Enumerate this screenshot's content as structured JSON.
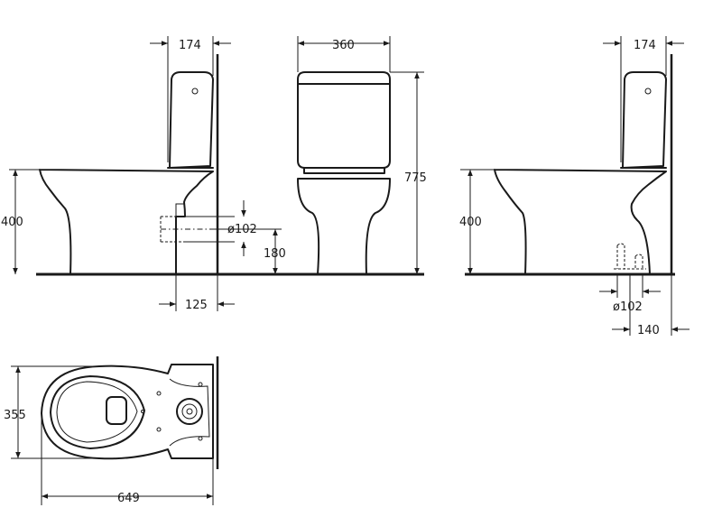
{
  "dimensions": {
    "left_cistern_depth": "174",
    "front_width": "360",
    "right_cistern_depth": "174",
    "left_bowl_height": "400",
    "overall_height": "775",
    "right_bowl_height": "400",
    "left_outlet_diameter": "ø102",
    "outlet_height": "180",
    "outlet_offset": "125",
    "right_outlet_diameter": "ø102",
    "right_outlet_offset": "140",
    "plan_width": "355",
    "plan_length": "649"
  },
  "colors": {
    "line": "#1a1a1a",
    "background": "#ffffff"
  }
}
